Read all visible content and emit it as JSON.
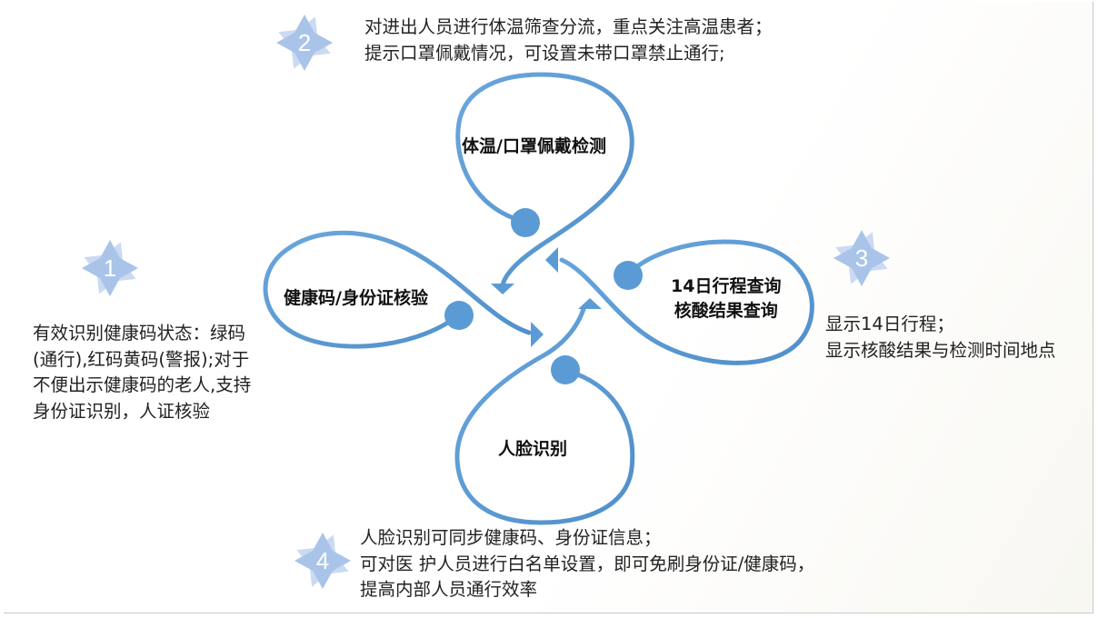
{
  "colors": {
    "loop": "#5b9bd5",
    "dot": "#5b9bd5",
    "badge": "#a9c4e8",
    "badge_edge": "#c9daf2",
    "text": "#222222"
  },
  "loops": {
    "top": "体温/口罩佩戴检测",
    "left": "健康码/身份证核验",
    "right_line1": "14日行程查询",
    "right_line2": "核酸结果查询",
    "bottom": "人脸识别"
  },
  "badges": {
    "b1": "1",
    "b2": "2",
    "b3": "3",
    "b4": "4"
  },
  "descriptions": {
    "d1": [
      "有效识别健康码状态：绿码",
      "(通行),红码黄码(警报);对于",
      "不便出示健康码的老人,支持",
      "身份证识别，人证核验"
    ],
    "d2": [
      "对进出人员进行体温筛查分流，重点关注高温患者；",
      "提示口罩佩戴情况，可设置未带口罩禁止通行;"
    ],
    "d3": [
      "显示14日行程；",
      "显示核酸结果与检测时间地点"
    ],
    "d4": [
      "人脸识别可同步健康码、身份证信息；",
      "可对医 护人员进行白名单设置，即可免刷身份证/健康码，",
      "提高内部人员通行效率"
    ]
  }
}
